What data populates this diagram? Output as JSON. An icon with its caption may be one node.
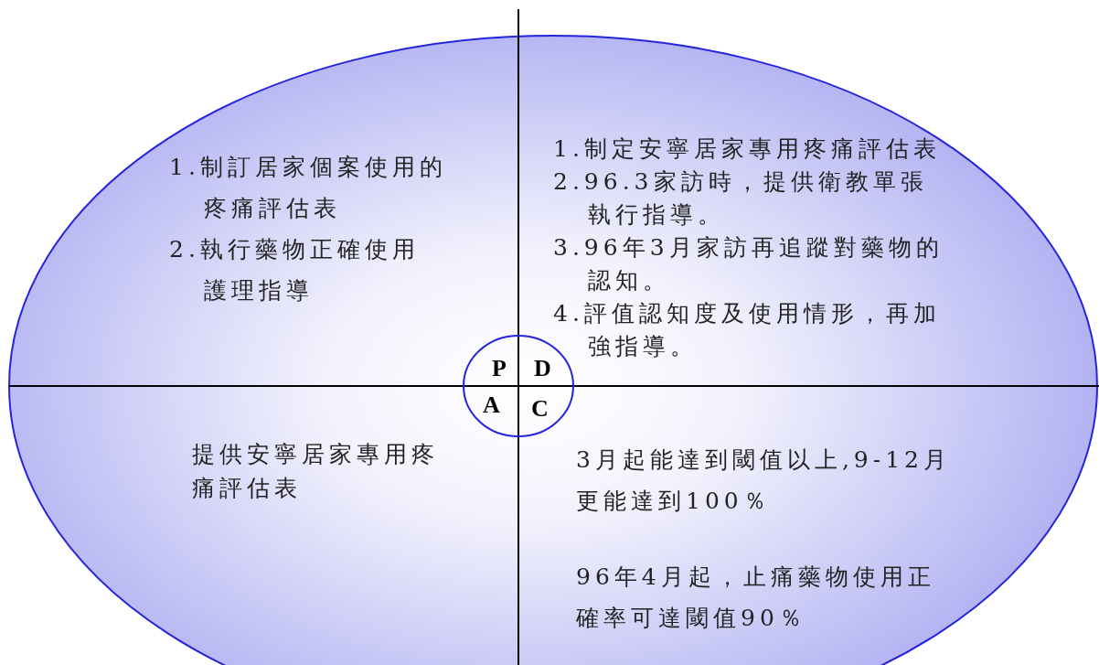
{
  "diagram": {
    "nodes": [
      {
        "text": [],
        "shape": "ellipse"
      },
      {
        "text": [
          "P",
          "D",
          "A",
          "C"
        ],
        "in": 0
      }
    ],
    "edges": [],
    "labels": [
      "1.制訂居家個案使用的疼痛評估表",
      "2.執行藥物正確使用護理指導",
      "1.制定安寧居家專用疼痛評估表",
      "2.96.3家訪時，提供衛教單張執行指導。",
      "3.96年3月家訪再追蹤對藥物的認知。",
      "4.評值認知度及使用情形，再加強指導。",
      "提供安寧居家專用疼痛評估表",
      "3月起能達到閾值以上,9-12月更能達到100％",
      "96年4月起，止痛藥物使用正確率可達閾值90％"
    ]
  }
}
